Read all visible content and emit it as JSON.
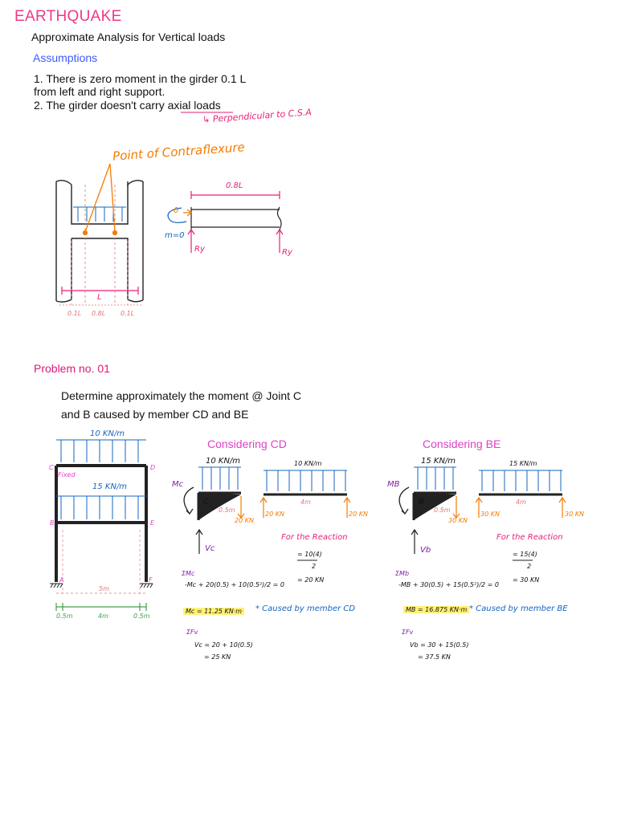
{
  "header": {
    "title": "EARTHQUAKE",
    "subtitle": "Approximate Analysis for Vertical loads"
  },
  "assumptions": {
    "heading": "Assumptions",
    "line1": "1. There is zero moment in the girder 0.1 L",
    "line2": "from left and right support.",
    "line3": "2. The girder doesn't carry axial loads",
    "note": "↳ Perpendicular to C.S.A"
  },
  "figure1": {
    "point_label": "Point of Contraflexure",
    "span_label": "0.8L",
    "moment_label": "0",
    "m_label": "m=0",
    "ry_left": "Ry",
    "ry_right": "Ry",
    "L_label": "L",
    "dim_left": "0.1L",
    "dim_mid": "0.8L",
    "dim_right": "0.1L"
  },
  "problem": {
    "heading": "Problem no. 01",
    "line1": "Determine approximately the moment @ Joint C",
    "line2": "and B caused by member CD and BE"
  },
  "frame": {
    "top_load": "10 KN/m",
    "mid_load": "15 KN/m",
    "fixed": "Fixed",
    "c": "C",
    "d": "D",
    "b": "B",
    "e": "E",
    "a": "A",
    "f": "F",
    "span": "5m",
    "dim_left": "0.5m",
    "dim_mid": "4m",
    "dim_right": "0.5m"
  },
  "cd": {
    "heading": "Considering CD",
    "load_left": "10 KN/m",
    "load_right": "10 KN/m",
    "mc": "Mc",
    "node": "C",
    "len": "0.5m",
    "force": "20 KN",
    "vc": "Vc",
    "span": "4m",
    "r_left": "20 KN",
    "r_right": "20 KN",
    "reaction_title": "For the Reaction",
    "reaction_eq1": "= 10(4)",
    "reaction_den": "2",
    "reaction_eq2": "= 20 KN",
    "sum_m": "ΣMc",
    "moment_eq": "-Mc + 20(0.5) + 10(0.5²)/2 = 0",
    "result": "Mc = 11.25 KN·m",
    "caused": "* Caused by member CD",
    "sum_f": "ΣFv",
    "v_eq1": "Vc = 20 + 10(0.5)",
    "v_eq2": "= 25 KN"
  },
  "be": {
    "heading": "Considering BE",
    "load_left": "15 KN/m",
    "load_right": "15 KN/m",
    "mb": "MB",
    "node": "B",
    "len": "0.5m",
    "force": "30 KN",
    "vb": "Vb",
    "span": "4m",
    "r_left": "30 KN",
    "r_right": "30 KN",
    "reaction_title": "For the Reaction",
    "reaction_eq1": "= 15(4)",
    "reaction_den": "2",
    "reaction_eq2": "= 30 KN",
    "sum_m": "ΣMb",
    "moment_eq": "-MB + 30(0.5) + 15(0.5²)/2 = 0",
    "result": "MB = 16.875 KN·m",
    "caused": "* Caused by member BE",
    "sum_f": "ΣFv",
    "v_eq1": "Vb = 30 + 15(0.5)",
    "v_eq2": "= 37.5 KN"
  }
}
